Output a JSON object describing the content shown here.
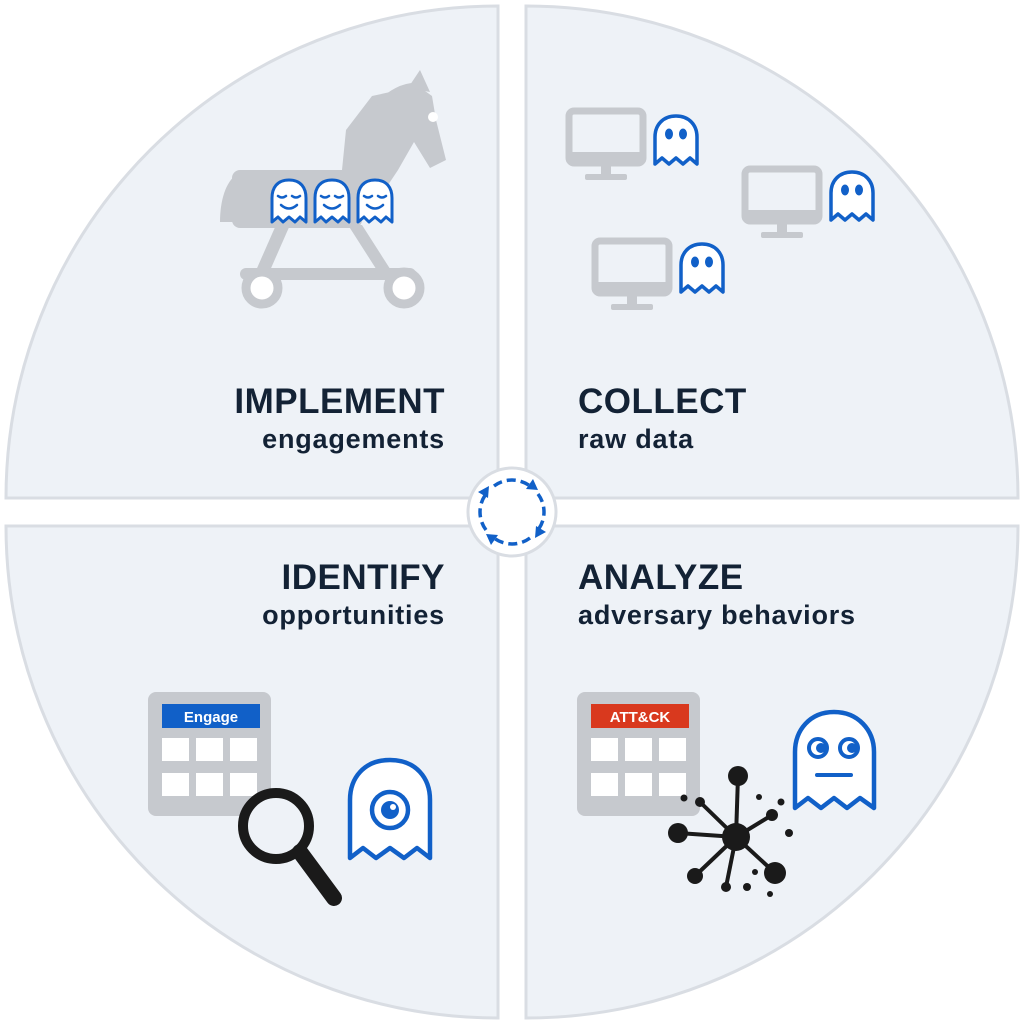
{
  "colors": {
    "quadrant_fill": "#eef2f7",
    "quadrant_border": "#d9dde3",
    "icon_gray": "#c6c9ce",
    "accent_blue": "#1160c8",
    "attack_red": "#d9391e",
    "text_dark": "#132235",
    "black": "#1a1a1a"
  },
  "quadrants": {
    "implement": {
      "title": "IMPLEMENT",
      "subtitle": "engagements"
    },
    "collect": {
      "title": "COLLECT",
      "subtitle": "raw data"
    },
    "identify": {
      "title": "IDENTIFY",
      "subtitle": "opportunities",
      "tag": "Engage"
    },
    "analyze": {
      "title": "ANALYZE",
      "subtitle": "adversary behaviors",
      "tag": "ATT&CK"
    }
  },
  "icons": {
    "implement": [
      "trojan-horse-icon",
      "ghost-icon"
    ],
    "collect": [
      "monitor-icon",
      "ghost-icon"
    ],
    "identify": [
      "matrix-grid-icon",
      "magnifier-icon",
      "one-eyed-ghost-icon"
    ],
    "analyze": [
      "matrix-grid-icon",
      "network-graph-icon",
      "ghost-icon"
    ],
    "center": "cycle-arrows-icon"
  }
}
